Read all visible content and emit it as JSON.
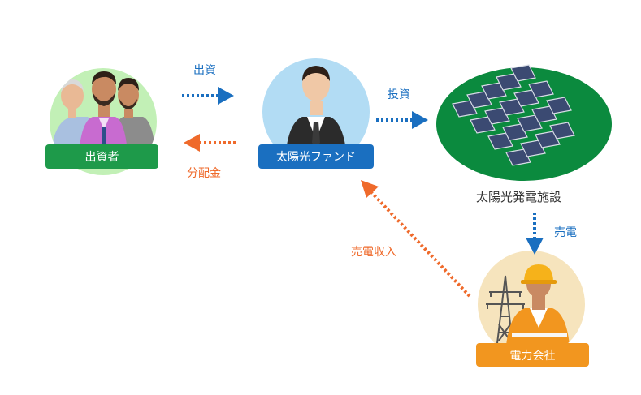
{
  "nodes": {
    "investors": {
      "label": "出資者",
      "color": "#1e9a4a"
    },
    "fund": {
      "label": "太陽光ファンド",
      "color": "#1a6fc0"
    },
    "solar_plant": {
      "label": "太陽光発電施設"
    },
    "power_company": {
      "label": "電力会社",
      "color": "#f2961f"
    }
  },
  "edges": {
    "investment": {
      "label": "出資",
      "color": "#1a6fc0"
    },
    "dividend": {
      "label": "分配金",
      "color": "#ef6a2b"
    },
    "fund_investment": {
      "label": "投資",
      "color": "#1a6fc0"
    },
    "power_sale": {
      "label": "売電",
      "color": "#1a6fc0"
    },
    "power_revenue": {
      "label": "売電収入",
      "color": "#ef6a2b"
    }
  }
}
